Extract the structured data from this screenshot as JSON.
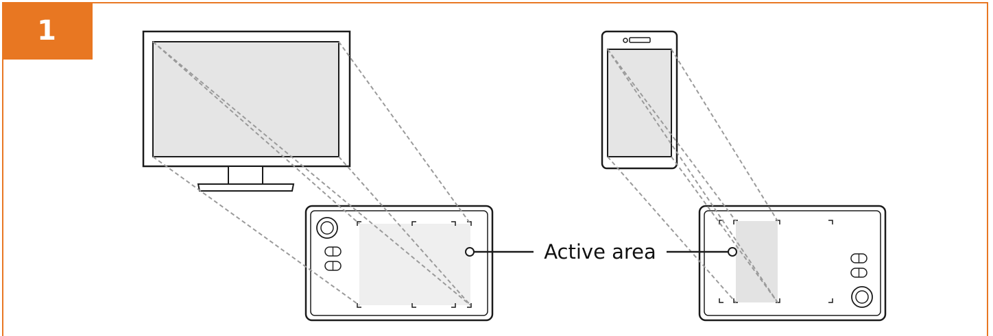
{
  "step": {
    "number": "1"
  },
  "labels": {
    "active_area": "Active area"
  },
  "colors": {
    "accent": "#e87722",
    "outline": "#1a1a1a",
    "screen_fill": "#e5e5e5",
    "active_area_fill": "#efefef",
    "phone_active_fill": "#e3e3e3",
    "projection_line": "#999999"
  },
  "devices": {
    "monitor": {
      "name": "monitor"
    },
    "phone": {
      "name": "phone"
    },
    "tablet_landscape": {
      "name": "pen-tablet-left"
    },
    "tablet_portrait_mode": {
      "name": "pen-tablet-right"
    }
  }
}
